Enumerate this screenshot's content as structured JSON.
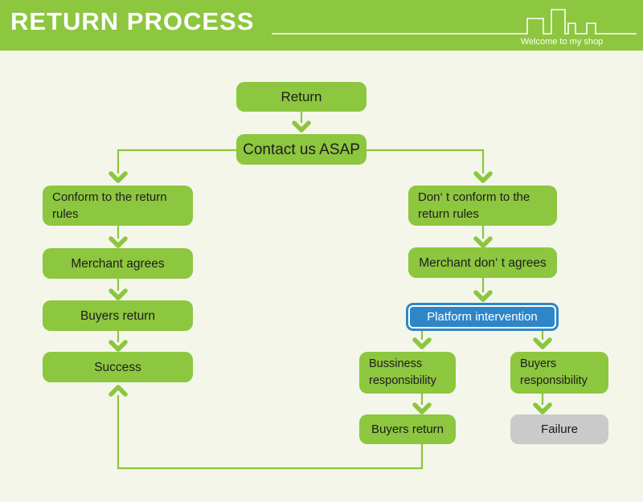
{
  "header": {
    "title": "RETURN PROCESS",
    "tagline": "Welcome to my shop",
    "background_color": "#8dc63f",
    "decor": "skyline-outline"
  },
  "colors": {
    "node_green": "#8dc63f",
    "connector_green": "#8cc63f",
    "accent_blue": "#2e86c8",
    "gray": "#cacaca",
    "page_background": "#f4f6ea",
    "node_text": "#1d1d1d",
    "header_text": "#ffffff"
  },
  "nodes": {
    "return": {
      "label": "Return"
    },
    "contact": {
      "label": "Contact us ASAP"
    },
    "conform": {
      "label": "Conform to the return rules"
    },
    "merchant_agrees": {
      "label": "Merchant agrees"
    },
    "buyers_return_left": {
      "label": "Buyers return"
    },
    "success": {
      "label": "Success"
    },
    "dont_conform": {
      "label": "Don‘ t conform to the return rules"
    },
    "merchant_dont_agrees": {
      "label": "Merchant don‘ t agrees"
    },
    "platform_intervention": {
      "label": "Platform intervention"
    },
    "business_responsibility": {
      "label": "Bussiness responsibility"
    },
    "buyers_responsibility": {
      "label": "Buyers responsibility"
    },
    "buyers_return_right": {
      "label": "Buyers return"
    },
    "failure": {
      "label": "Failure"
    }
  },
  "edges": [
    {
      "from": "return",
      "to": "contact"
    },
    {
      "from": "contact",
      "to": "conform"
    },
    {
      "from": "contact",
      "to": "dont_conform"
    },
    {
      "from": "conform",
      "to": "merchant_agrees"
    },
    {
      "from": "merchant_agrees",
      "to": "buyers_return_left"
    },
    {
      "from": "buyers_return_left",
      "to": "success"
    },
    {
      "from": "dont_conform",
      "to": "merchant_dont_agrees"
    },
    {
      "from": "merchant_dont_agrees",
      "to": "platform_intervention"
    },
    {
      "from": "platform_intervention",
      "to": "business_responsibility"
    },
    {
      "from": "platform_intervention",
      "to": "buyers_responsibility"
    },
    {
      "from": "business_responsibility",
      "to": "buyers_return_right"
    },
    {
      "from": "buyers_responsibility",
      "to": "failure"
    },
    {
      "from": "buyers_return_right",
      "to": "success"
    }
  ]
}
